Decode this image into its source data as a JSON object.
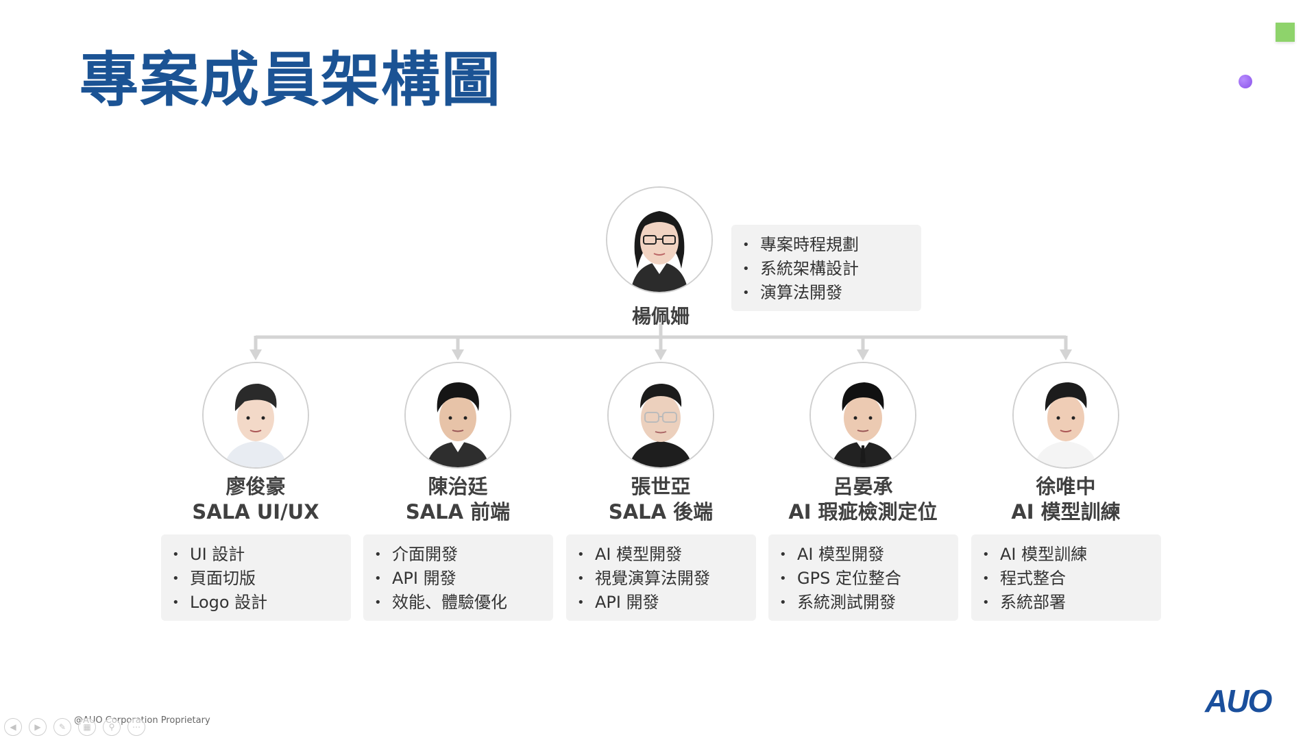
{
  "slide": {
    "title": "專案成員架構圖",
    "footer": "@AUO Corporation Proprietary",
    "logo": "AUO"
  },
  "leader": {
    "name": "楊佩姍",
    "tasks": [
      "專案時程規劃",
      "系統架構設計",
      "演算法開發"
    ]
  },
  "members": [
    {
      "name": "廖俊豪",
      "role": "SALA UI/UX",
      "tasks": [
        "UI 設計",
        "頁面切版",
        "Logo 設計"
      ]
    },
    {
      "name": "陳治廷",
      "role": "SALA 前端",
      "tasks": [
        "介面開發",
        "API 開發",
        "效能、體驗優化"
      ]
    },
    {
      "name": "張世亞",
      "role": "SALA 後端",
      "tasks": [
        "AI 模型開發",
        "視覺演算法開發",
        "API 開發"
      ]
    },
    {
      "name": "呂晏承",
      "role": "AI 瑕疵檢測定位",
      "tasks": [
        "AI 模型開發",
        "GPS 定位整合",
        "系統測試開發"
      ]
    },
    {
      "name": "徐唯中",
      "role": "AI 模型訓練",
      "tasks": [
        "AI 模型訓練",
        "程式整合",
        "系統部署"
      ]
    }
  ],
  "colors": {
    "title": "#1b5394",
    "connector": "#d4d4d4",
    "task_box": "#f2f2f2",
    "deco_square": "#8ed36b",
    "deco_dot": "#9a66f0"
  },
  "icons": {
    "slideshow_controls": [
      "previous-icon",
      "next-icon",
      "pen-icon",
      "slides-icon",
      "zoom-icon",
      "more-icon"
    ]
  }
}
